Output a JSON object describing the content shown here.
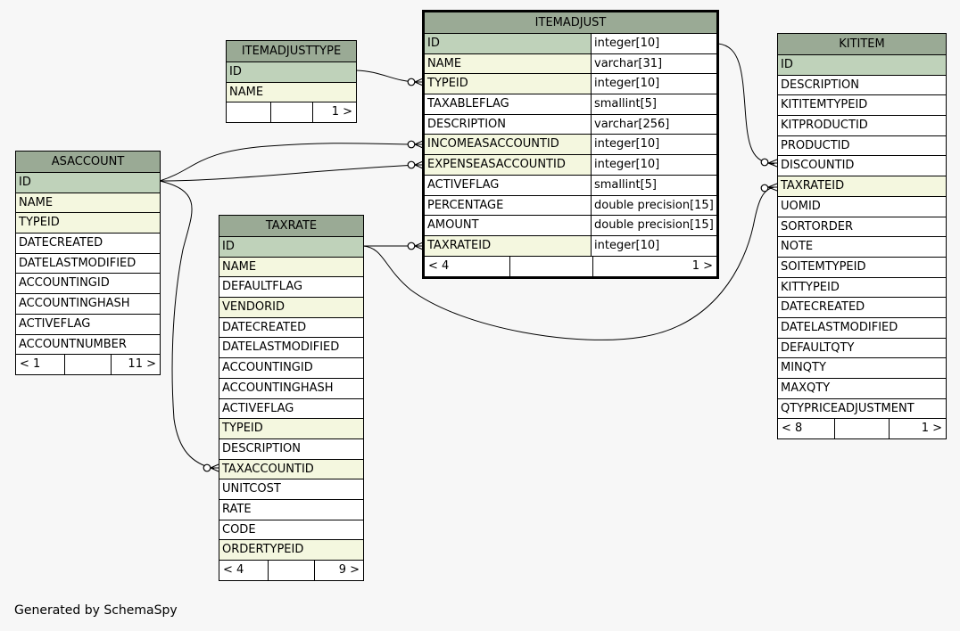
{
  "tables": {
    "itemadjusttype": {
      "title": "ITEMADJUSTTYPE",
      "columns": [
        "ID",
        "NAME"
      ],
      "footer": {
        "left": "",
        "right": "1 >"
      }
    },
    "itemadjust": {
      "title": "ITEMADJUST",
      "columns": [
        {
          "name": "ID",
          "type": "integer[10]"
        },
        {
          "name": "NAME",
          "type": "varchar[31]"
        },
        {
          "name": "TYPEID",
          "type": "integer[10]"
        },
        {
          "name": "TAXABLEFLAG",
          "type": "smallint[5]"
        },
        {
          "name": "DESCRIPTION",
          "type": "varchar[256]"
        },
        {
          "name": "INCOMEASACCOUNTID",
          "type": "integer[10]"
        },
        {
          "name": "EXPENSEASACCOUNTID",
          "type": "integer[10]"
        },
        {
          "name": "ACTIVEFLAG",
          "type": "smallint[5]"
        },
        {
          "name": "PERCENTAGE",
          "type": "double precision[15]"
        },
        {
          "name": "AMOUNT",
          "type": "double precision[15]"
        },
        {
          "name": "TAXRATEID",
          "type": "integer[10]"
        }
      ],
      "footer": {
        "left": "< 4",
        "right": "1 >"
      }
    },
    "asaccount": {
      "title": "ASACCOUNT",
      "columns": [
        "ID",
        "NAME",
        "TYPEID",
        "DATECREATED",
        "DATELASTMODIFIED",
        "ACCOUNTINGID",
        "ACCOUNTINGHASH",
        "ACTIVEFLAG",
        "ACCOUNTNUMBER"
      ],
      "footer": {
        "left": "< 1",
        "right": "11 >"
      }
    },
    "taxrate": {
      "title": "TAXRATE",
      "columns": [
        "ID",
        "NAME",
        "DEFAULTFLAG",
        "VENDORID",
        "DATECREATED",
        "DATELASTMODIFIED",
        "ACCOUNTINGID",
        "ACCOUNTINGHASH",
        "ACTIVEFLAG",
        "TYPEID",
        "DESCRIPTION",
        "TAXACCOUNTID",
        "UNITCOST",
        "RATE",
        "CODE",
        "ORDERTYPEID"
      ],
      "footer": {
        "left": "< 4",
        "right": "9 >"
      }
    },
    "kititem": {
      "title": "KITITEM",
      "columns": [
        "ID",
        "DESCRIPTION",
        "KITITEMTYPEID",
        "KITPRODUCTID",
        "PRODUCTID",
        "DISCOUNTID",
        "TAXRATEID",
        "UOMID",
        "SORTORDER",
        "NOTE",
        "SOITEMTYPEID",
        "KITTYPEID",
        "DATECREATED",
        "DATELASTMODIFIED",
        "DEFAULTQTY",
        "MINQTY",
        "MAXQTY",
        "QTYPRICEADJUSTMENT"
      ],
      "footer": {
        "left": "< 8",
        "right": "1 >"
      }
    }
  },
  "footer_note": "Generated by SchemaSpy"
}
